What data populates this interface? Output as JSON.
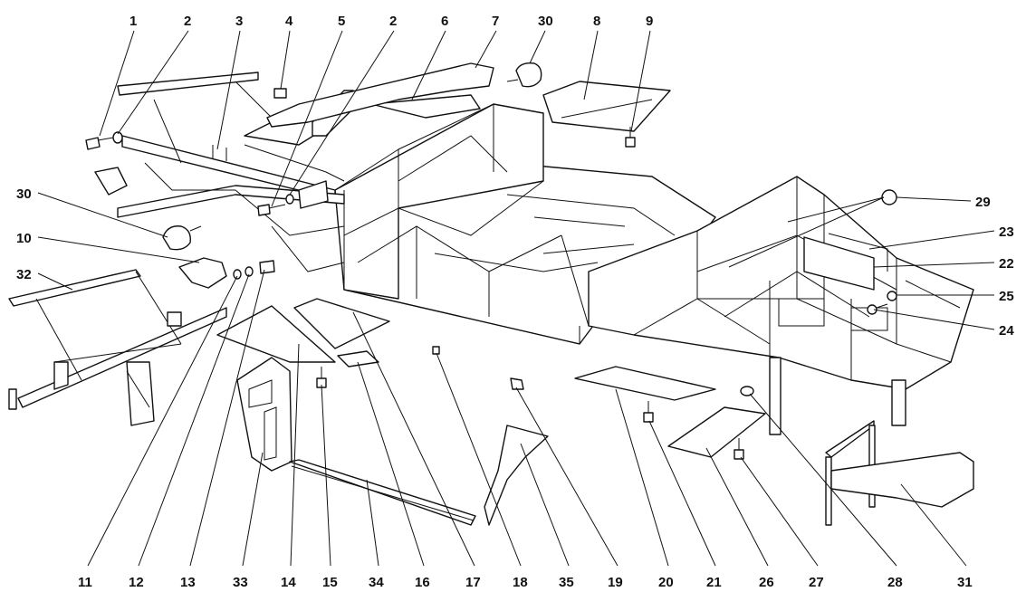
{
  "callouts_top": [
    "1",
    "2",
    "3",
    "4",
    "5",
    "2",
    "6",
    "7",
    "30",
    "8",
    "9"
  ],
  "callouts_left": [
    "30",
    "10",
    "32"
  ],
  "callouts_right": [
    "29",
    "23",
    "22",
    "25",
    "24"
  ],
  "callouts_bottom": [
    "11",
    "12",
    "13",
    "33",
    "14",
    "15",
    "34",
    "16",
    "17",
    "18",
    "35",
    "19",
    "20",
    "21",
    "26",
    "27",
    "28",
    "31"
  ]
}
